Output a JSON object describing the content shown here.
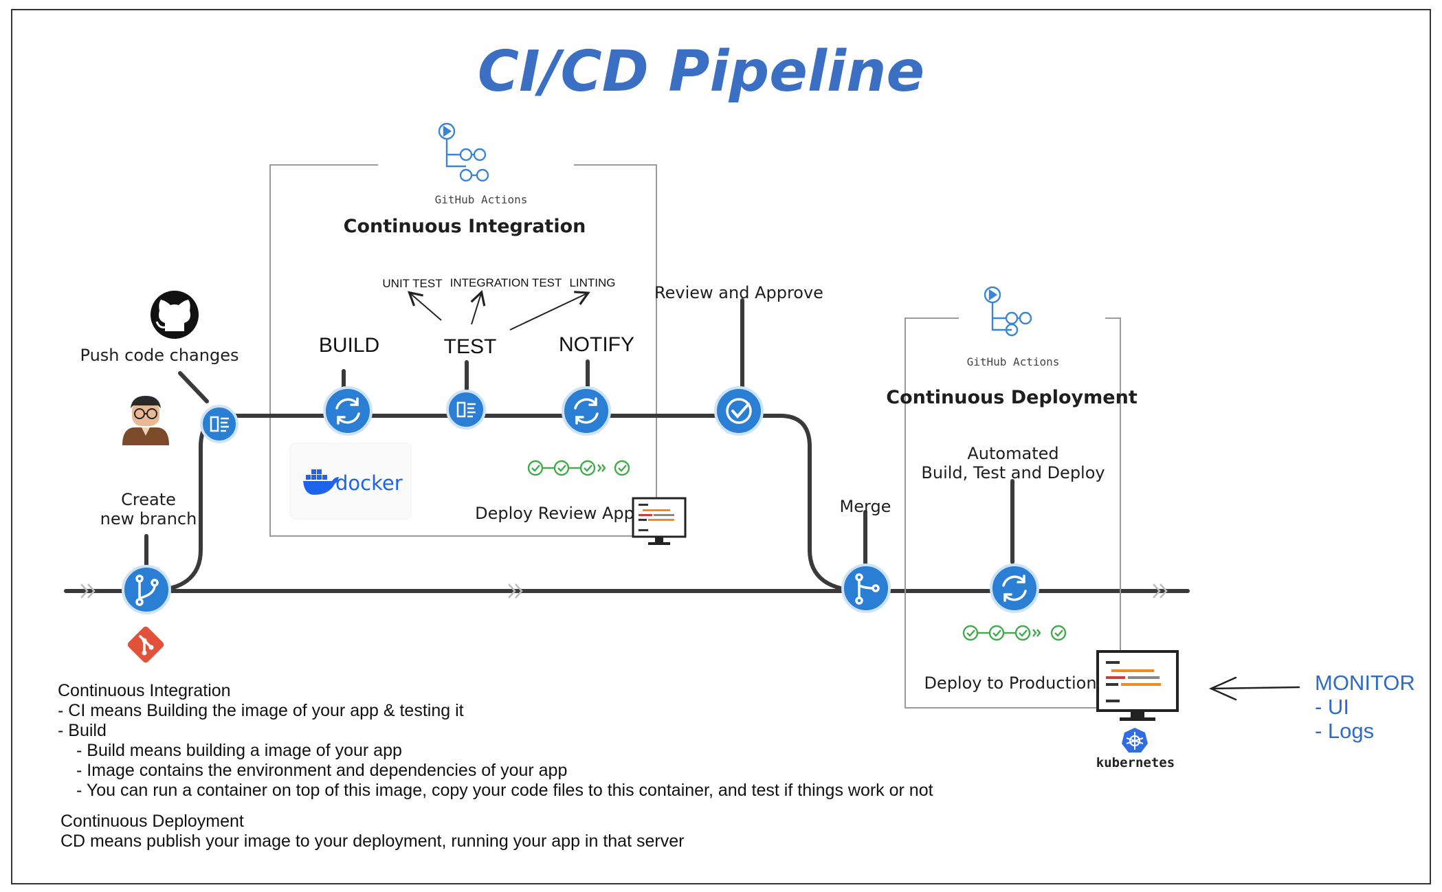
{
  "title": "CI/CD Pipeline",
  "ci_box": {
    "tool": "GitHub Actions",
    "heading": "Continuous Integration",
    "steps": [
      "BUILD",
      "TEST",
      "NOTIFY"
    ],
    "tests": [
      "UNIT TEST",
      "INTEGRATION TEST",
      "LINTING"
    ],
    "docker": "docker",
    "deploy_review": "Deploy Review App"
  },
  "cd_box": {
    "tool": "GitHub Actions",
    "heading": "Continuous Deployment",
    "automated_line1": "Automated",
    "automated_line2": "Build, Test and Deploy",
    "deploy_prod": "Deploy to Production"
  },
  "labels": {
    "push": "Push code changes",
    "create1": "Create",
    "create2": "new branch",
    "review": "Review and Approve",
    "merge": "Merge",
    "kubernetes": "kubernetes"
  },
  "monitor": [
    "MONITOR",
    "- UI",
    "- Logs"
  ],
  "notes": {
    "ci_lines": [
      "Continuous Integration",
      "- CI means Building the image of your app & testing it",
      "- Build",
      "- Build means building a image of your app",
      "- Image contains the environment and dependencies of your app",
      "- You can run a container on top of this image, copy your code files to this container, and test if things work or not"
    ],
    "cd_lines": [
      "Continuous Deployment",
      "CD means publish your image to your deployment, running your app in that server"
    ]
  },
  "colors": {
    "node_blue": "#2a7fd4",
    "node_ring": "#cfe3f7",
    "track": "#3a3a3a",
    "check_green": "#3faa4a",
    "git_red": "#e2513a",
    "title_blue": "#3b6fc4"
  }
}
